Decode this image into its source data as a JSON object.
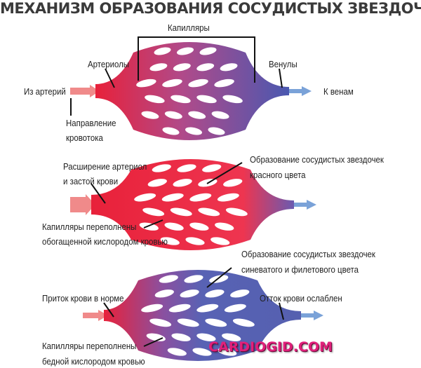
{
  "title": "МЕХАНИЗМ ОБРАЗОВАНИЯ СОСУДИСТЫХ ЗВЕЗДОЧЕК",
  "colors": {
    "artery": "#e8213a",
    "vein": "#5560b0",
    "arrow_in": "#f08a8a",
    "arrow_out": "#7aa2d8"
  },
  "diagram1": {
    "capillaries": "Капилляры",
    "arterioles": "Артериолы",
    "venules": "Венулы",
    "from_arteries": "Из артерий",
    "to_veins": "К венам",
    "flow_direction_1": "Направление",
    "flow_direction_2": "кровотока"
  },
  "diagram2": {
    "dilation_1": "Расширение артериол",
    "dilation_2": "и застой крови",
    "formation_1": "Образование сосудистых звездочек",
    "formation_2": "красного цвета",
    "overfilled_1": "Капилляры переполнены",
    "overfilled_2": "обогащенной кислородом кровью"
  },
  "diagram3": {
    "formation_1": "Образование сосудистых звездочек",
    "formation_2": "синеватого и филетового цвета",
    "inflow": "Приток крови в норме",
    "outflow": "Отток крови ослаблен",
    "overfilled_1": "Капилляры переполнены",
    "overfilled_2": "бедной кислородом кровью"
  },
  "watermark": "CARDIOGID.COM"
}
